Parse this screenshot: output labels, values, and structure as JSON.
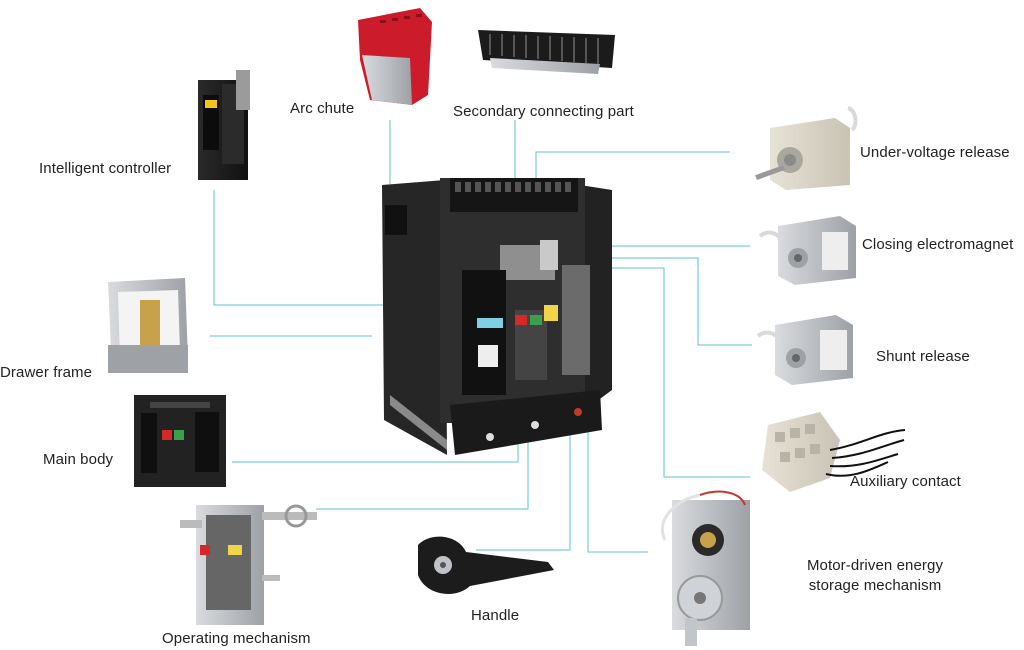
{
  "labels": {
    "intelligent_controller": "Intelligent controller",
    "arc_chute": "Arc chute",
    "secondary_connecting_part": "Secondary connecting part",
    "under_voltage_release": "Under-voltage release",
    "closing_electromagnet": "Closing electromagnet",
    "shunt_release": "Shunt release",
    "drawer_frame": "Drawer frame",
    "main_body": "Main body",
    "auxiliary_contact": "Auxiliary contact",
    "operating_mechanism": "Operating mechanism",
    "handle": "Handle",
    "motor_line1": "Motor-driven energy",
    "motor_line2": "storage mechanism"
  },
  "colors": {
    "leader_line": "#5cc3cf",
    "body_black": "#1c1c1c",
    "accent_red": "#c8102e",
    "metal": "#b9bcc0"
  }
}
